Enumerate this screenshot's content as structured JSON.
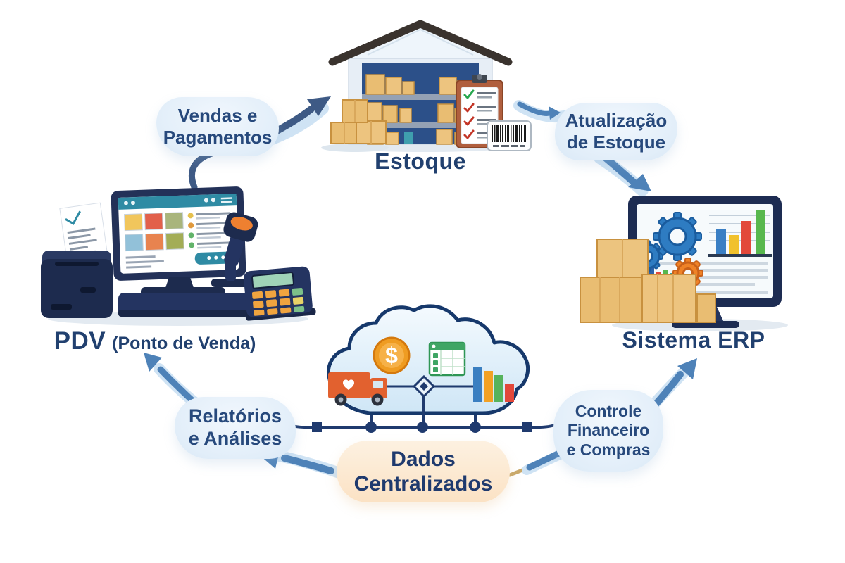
{
  "diagram": {
    "background": "#ffffff",
    "nodes": {
      "estoque": {
        "label": "Estoque"
      },
      "pdv": {
        "label": "PDV",
        "sublabel": "(Ponto de Venda)"
      },
      "erp": {
        "label": "Sistema ERP"
      },
      "dados": {
        "line1": "Dados",
        "line2": "Centralizados"
      }
    },
    "flow_labels": {
      "vendas": {
        "line1": "Vendas e",
        "line2": "Pagamentos"
      },
      "atualizacao": {
        "line1": "Atualização",
        "line2": "de Estoque"
      },
      "relatorios": {
        "line1": "Relatórios",
        "line2": "e Análises"
      },
      "controle": {
        "line1": "Controle",
        "line2": "Financeiro",
        "line3": "e Compras"
      }
    },
    "coin_symbol": "$",
    "icons": {
      "warehouse": "warehouse building with shelves of boxes",
      "clipboard": "checklist clipboard with red and green checkmarks",
      "barcode": "barcode label",
      "pos-terminal": "POS monitor with receipt printer, scanner and card terminal",
      "erp-monitor": "monitor with gears and bar charts",
      "cardboard-boxes": "stacked cardboard boxes",
      "cloud": "data cloud",
      "dollar-coin": "orange coin with dollar sign",
      "delivery-truck": "orange delivery truck with heart",
      "spreadsheet": "green spreadsheet with checkboxes",
      "bar-chart": "colored bar chart",
      "diamond-node": "diamond network node"
    },
    "colors": {
      "label_text": "#21406f",
      "arrow_blue": "#4e82b8",
      "arrow_navy": "#3e5a85",
      "swoosh": "#cfe3f4",
      "bubble_bg": "#e6f0fa",
      "peach_bubble": "#fbe2c4",
      "cloud_outline": "#16386b",
      "line_navy": "#1f3a6e",
      "box_tan": "#e9bd72",
      "truck_orange": "#e2612f",
      "coin_orange": "#ef9c22",
      "gear_blue": "#2e7cc2",
      "gear_orange": "#ef8227",
      "teal": "#2f8ba4"
    }
  }
}
